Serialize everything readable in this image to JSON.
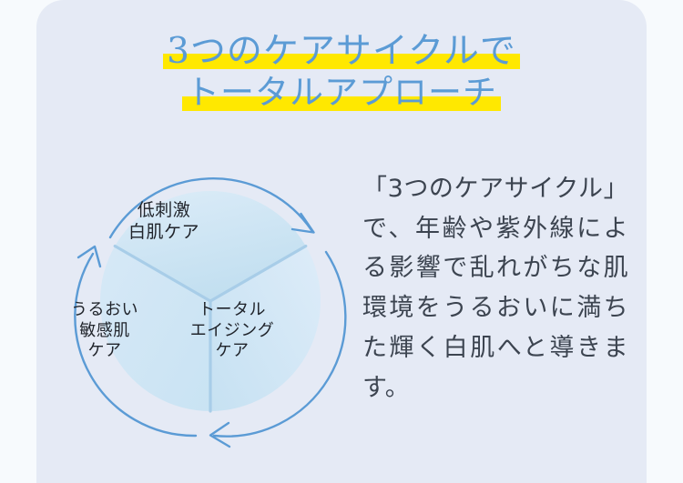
{
  "panel": {
    "background_color": "#e5eaf5",
    "page_background_color": "#f7fafd"
  },
  "heading": {
    "line1": "3つのケアサイクルで",
    "line2": "トータルアプローチ",
    "text_color": "#5b9bd5",
    "highlight_color": "#ffe800"
  },
  "cycle_diagram": {
    "title": "3つのケアサイクル",
    "arrow_color": "#5b9bd5",
    "divider_color": "#a8cde8",
    "segment_fill_light": "#e3f1fa",
    "segment_fill_dark": "#c4e0f1",
    "direction": "clockwise",
    "segments": [
      {
        "id": "top",
        "label": "低刺激\n白肌ケア"
      },
      {
        "id": "right",
        "label": "トータル\nエイジング\nケア"
      },
      {
        "id": "left",
        "label": "うるおい\n敏感肌\nケア"
      }
    ],
    "arrows": [
      {
        "id": "arrow-top-right",
        "points_to": "down-right"
      },
      {
        "id": "arrow-bottom",
        "points_to": "left"
      },
      {
        "id": "arrow-left",
        "points_to": "up-right"
      }
    ]
  },
  "body": {
    "paragraph": "「3つのケアサイクル」で、年齢や紫外線による影響で乱れがちな肌環境をうるおいに満ちた輝く白肌へと導きます。",
    "text_color": "#3c4450"
  }
}
